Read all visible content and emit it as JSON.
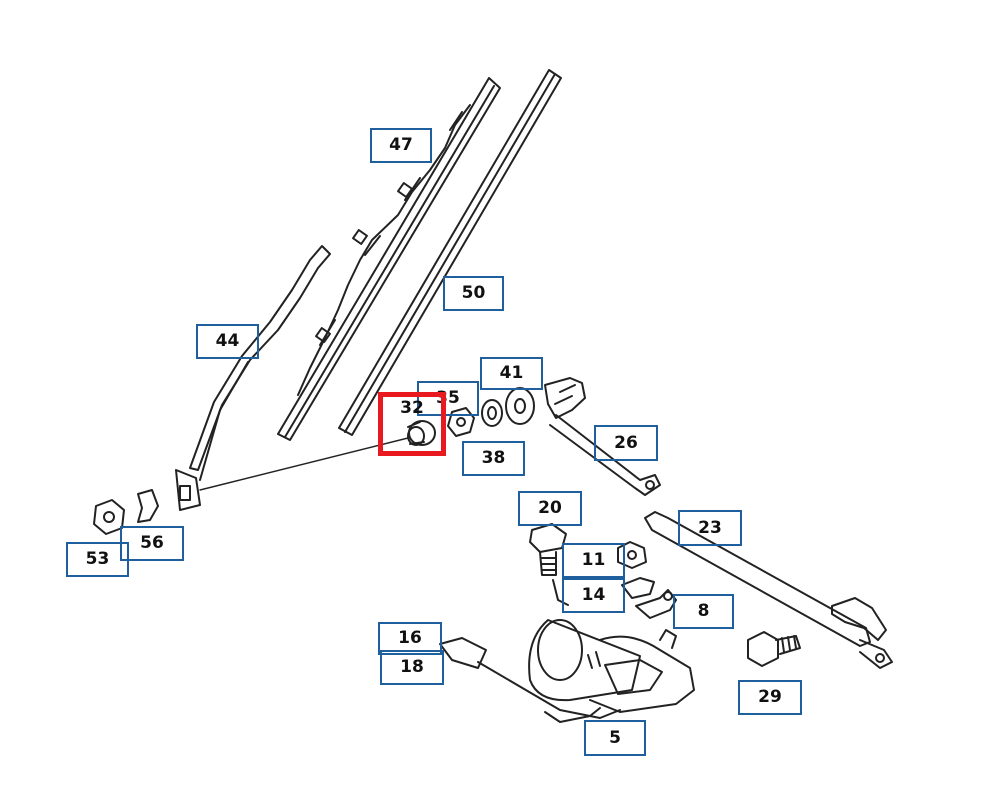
{
  "callouts": {
    "c47": "47",
    "c50": "50",
    "c44": "44",
    "c41": "41",
    "c35": "35",
    "c32": "32",
    "c38": "38",
    "c26": "26",
    "c20": "20",
    "c23": "23",
    "c11": "11",
    "c14": "14",
    "c8": "8",
    "c53": "53",
    "c56": "56",
    "c16": "16",
    "c18": "18",
    "c29": "29",
    "c5": "5"
  },
  "selected_part": "32",
  "colors": {
    "callout_border": "#1f5f9e",
    "selection_border": "#e8191f",
    "line_art": "#222222"
  }
}
